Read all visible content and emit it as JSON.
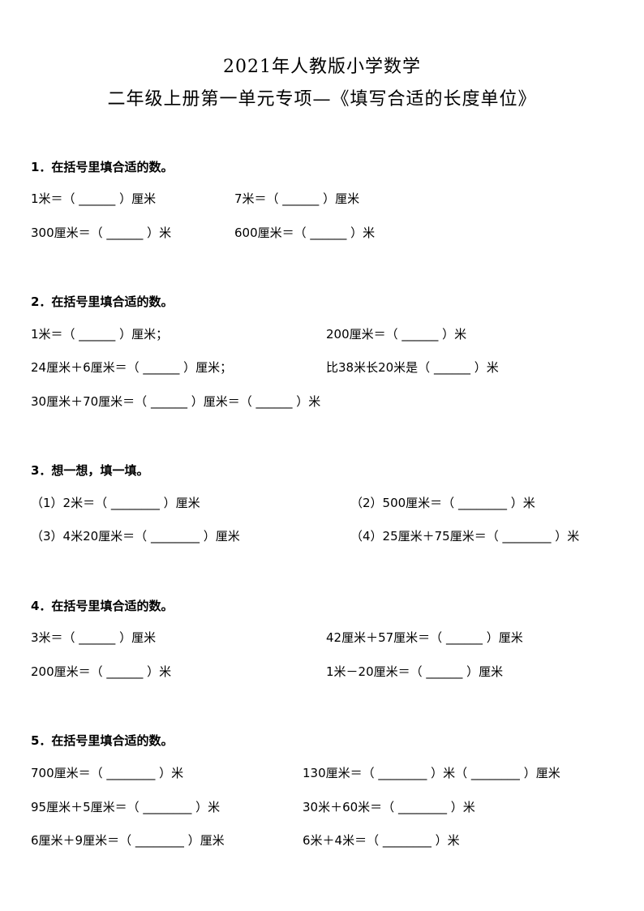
{
  "title": {
    "line1": "2021年人教版小学数学",
    "line2": "二年级上册第一单元专项—《填写合适的长度单位》"
  },
  "sections": [
    {
      "heading": "1．在括号里填合适的数。",
      "items": [
        "1米＝（ ______ ）厘米",
        "7米＝（ ______ ）厘米",
        "300厘米＝（ ______ ）米",
        "600厘米＝（ ______ ）米"
      ]
    },
    {
      "heading": "2．在括号里填合适的数。",
      "items": [
        "1米＝（ ______ ）厘米；",
        "200厘米＝（ ______ ）米",
        "24厘米＋6厘米＝（ ______ ）厘米；",
        "比38米长20米是（ ______ ）米",
        "30厘米＋70厘米＝（ ______ ）厘米＝（ ______ ）米"
      ]
    },
    {
      "heading": "3．想一想，填一填。",
      "items": [
        "（1）2米＝（ ________ ）厘米",
        "（2）500厘米＝（ ________ ）米",
        "（3）4米20厘米＝（ ________ ）厘米",
        "（4）25厘米＋75厘米＝（ ________ ）米"
      ]
    },
    {
      "heading": "4．在括号里填合适的数。",
      "items": [
        "3米＝（ ______ ）厘米",
        "42厘米＋57厘米＝（ ______ ）厘米",
        "200厘米＝（ ______ ）米",
        "1米－20厘米＝（ ______ ）厘米"
      ]
    },
    {
      "heading": "5．在括号里填合适的数。",
      "items": [
        "700厘米＝（ ________ ）米",
        "130厘米＝（ ________ ）米（ ________ ）厘米",
        "95厘米＋5厘米＝（ ________ ）米",
        "30米＋60米＝（ ________ ）米",
        "6厘米＋9厘米＝（ ________ ）厘米",
        "6米＋4米＝（ ________ ）米"
      ]
    }
  ]
}
